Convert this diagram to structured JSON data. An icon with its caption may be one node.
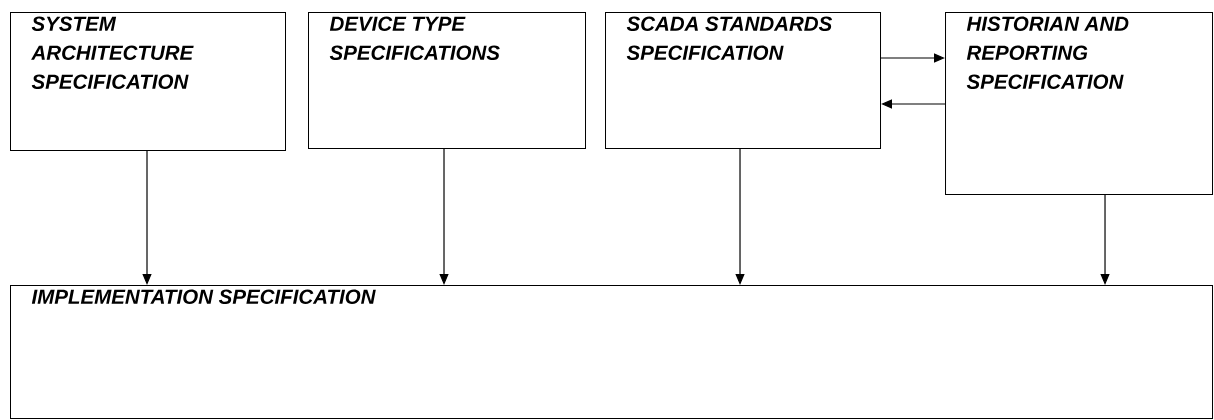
{
  "diagram": {
    "nodes": [
      {
        "text": [
          "SYSTEM ARCHITECTURE SPECIFICATION"
        ]
      },
      {
        "text": [
          "DEVICE TYPE SPECIFICATIONS"
        ]
      },
      {
        "text": [
          "SCADA STANDARDS SPECIFICATION"
        ]
      },
      {
        "text": [
          "HISTORIAN AND REPORTING SPECIFICATION"
        ]
      },
      {
        "text": [
          "IMPLEMENTATION SPECIFICATION"
        ]
      }
    ],
    "edges": [
      {
        "from": 0,
        "to": 4,
        "arrow": "to"
      },
      {
        "from": 1,
        "to": 4,
        "arrow": "to"
      },
      {
        "from": 2,
        "to": 4,
        "arrow": "to"
      },
      {
        "from": 3,
        "to": 4,
        "arrow": "to"
      },
      {
        "from": 2,
        "to": 3,
        "arrow": "to"
      },
      {
        "from": 3,
        "to": 2,
        "arrow": "to"
      }
    ]
  }
}
